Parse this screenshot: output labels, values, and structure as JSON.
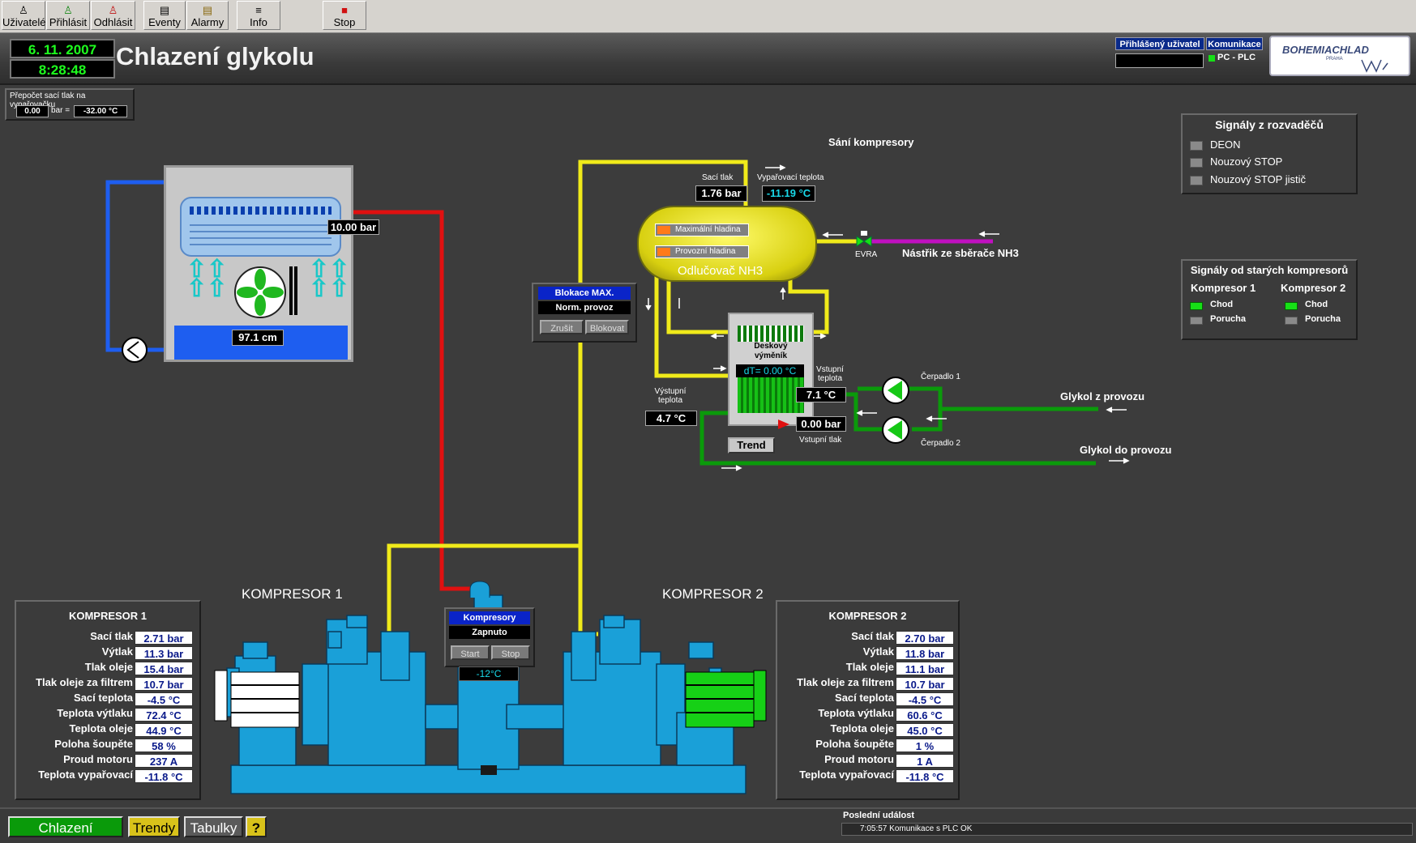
{
  "toolbar": {
    "buttons": [
      {
        "label": "Uživatelé",
        "icon": "users-icon"
      },
      {
        "label": "Přihlásit",
        "icon": "login-icon"
      },
      {
        "label": "Odhlásit",
        "icon": "logout-icon"
      },
      {
        "label": "Eventy",
        "icon": "events-icon"
      },
      {
        "label": "Alarmy",
        "icon": "alarms-icon"
      },
      {
        "label": "Info",
        "icon": "info-icon"
      },
      {
        "label": "Stop",
        "icon": "stop-icon"
      }
    ]
  },
  "header": {
    "date": "6. 11. 2007",
    "time": "8:28:48",
    "title": "Chlazení glykolu",
    "logged_user_label": "Přihlášený uživatel",
    "logged_user_value": "",
    "comm_label": "Komunikace",
    "comm_status": "PC - PLC",
    "logo_text": "BOHEMIACHLAD",
    "logo_sub": "PRAHA"
  },
  "conversion": {
    "title": "Přepočet sací tlak na vypařovačku",
    "bar_value": "0.00",
    "bar_unit": "bar =",
    "temp_value": "-32.00 °C"
  },
  "condenser": {
    "pressure": "10.00 bar",
    "level": "97.1 cm"
  },
  "separator": {
    "section_label": "Sání kompresory",
    "suction_pressure_label": "Sací tlak",
    "suction_pressure": "1.76 bar",
    "evap_temp_label": "Vypařovací teplota",
    "evap_temp": "-11.19 °C",
    "max_level": "Maximální hladina",
    "op_level": "Provozní hladina",
    "name": "Odlučovač NH3",
    "evra": "EVRA",
    "injection": "Nástřik ze sběrače NH3"
  },
  "max_block": {
    "title": "Blokace MAX. hladiny",
    "status": "Norm. provoz",
    "cancel": "Zrušit",
    "block": "Blokovat"
  },
  "exchanger": {
    "name": "Deskový výměník",
    "dt": "dT= 0.00 °C",
    "in_temp_label": "Vstupní teplota",
    "in_temp": "7.1 °C",
    "out_temp_label": "Výstupní teplota",
    "out_temp": "4.7 °C",
    "in_pressure": "0.00 bar",
    "in_pressure_label": "Vstupní tlak",
    "trend": "Trend",
    "pump1": "Čerpadlo 1",
    "pump2": "Čerpadlo 2",
    "glycol_from": "Glykol z provozu",
    "glycol_to": "Glykol do provozu"
  },
  "signals": {
    "title": "Signály z rozvaděčů",
    "items": [
      "DEON",
      "Nouzový STOP",
      "Nouzový STOP jistič"
    ]
  },
  "old_compressors": {
    "title": "Signály od starých kompresorů",
    "k1": "Kompresor 1",
    "k2": "Kompresor 2",
    "run": "Chod",
    "fault": "Porucha"
  },
  "compressors_ctrl": {
    "title": "Kompresory",
    "status": "Zapnuto",
    "start": "Start",
    "stop": "Stop",
    "temp": "-12°C",
    "label1": "KOMPRESOR 1",
    "label2": "KOMPRESOR 2"
  },
  "compressor_rows": [
    "Sací tlak",
    "Výtlak",
    "Tlak oleje",
    "Tlak oleje za filtrem",
    "Sací teplota",
    "Teplota výtlaku",
    "Teplota oleje",
    "Poloha šoupěte",
    "Proud motoru",
    "Teplota vypařovací"
  ],
  "k1": {
    "title": "KOMPRESOR 1",
    "values": [
      "2.71 bar",
      "11.3 bar",
      "15.4 bar",
      "10.7 bar",
      "-4.5 °C",
      "72.4 °C",
      "44.9 °C",
      "58 %",
      "237 A",
      "-11.8 °C"
    ]
  },
  "k2": {
    "title": "KOMPRESOR 2",
    "values": [
      "2.70 bar",
      "11.8 bar",
      "11.1 bar",
      "10.7 bar",
      "-4.5 °C",
      "60.6 °C",
      "45.0 °C",
      "1 %",
      "1 A",
      "-11.8 °C"
    ]
  },
  "footer": {
    "nav": [
      "Chlazení",
      "Trendy",
      "Tabulky",
      "?"
    ],
    "last_event_label": "Poslední událost",
    "last_event": "7:05:57   Komunikace s PLC OK"
  },
  "colors": {
    "background": "#3c3c3c",
    "pipe_red": "#e01010",
    "pipe_blue": "#1e5ef0",
    "pipe_yellow": "#f0ea1a",
    "pipe_green": "#0a9a0a",
    "pipe_magenta": "#c010c0",
    "machine_blue": "#1aa0d8"
  }
}
